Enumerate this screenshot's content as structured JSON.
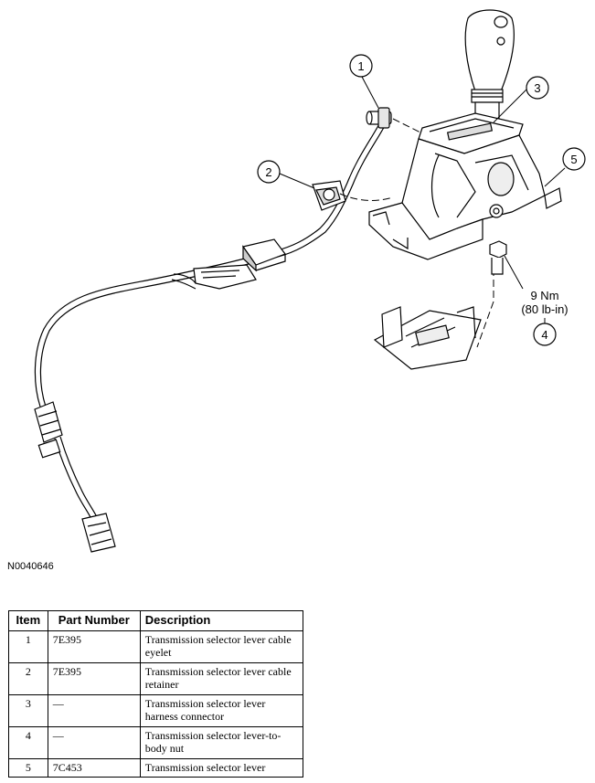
{
  "figure": {
    "id": "N0040646",
    "callouts": [
      "1",
      "2",
      "3",
      "4",
      "5"
    ],
    "torque": {
      "value": "9 Nm",
      "alt": "(80 lb-in)"
    }
  },
  "table": {
    "headers": [
      "Item",
      "Part Number",
      "Description"
    ],
    "rows": [
      {
        "item": "1",
        "part": "7E395",
        "desc": "Transmission selector lever cable eyelet"
      },
      {
        "item": "2",
        "part": "7E395",
        "desc": "Transmission selector lever cable retainer"
      },
      {
        "item": "3",
        "part": "—",
        "desc": "Transmission selector lever harness connector"
      },
      {
        "item": "4",
        "part": "—",
        "desc": "Transmission selector lever-to-body nut"
      },
      {
        "item": "5",
        "part": "7C453",
        "desc": "Transmission selector lever"
      }
    ]
  }
}
